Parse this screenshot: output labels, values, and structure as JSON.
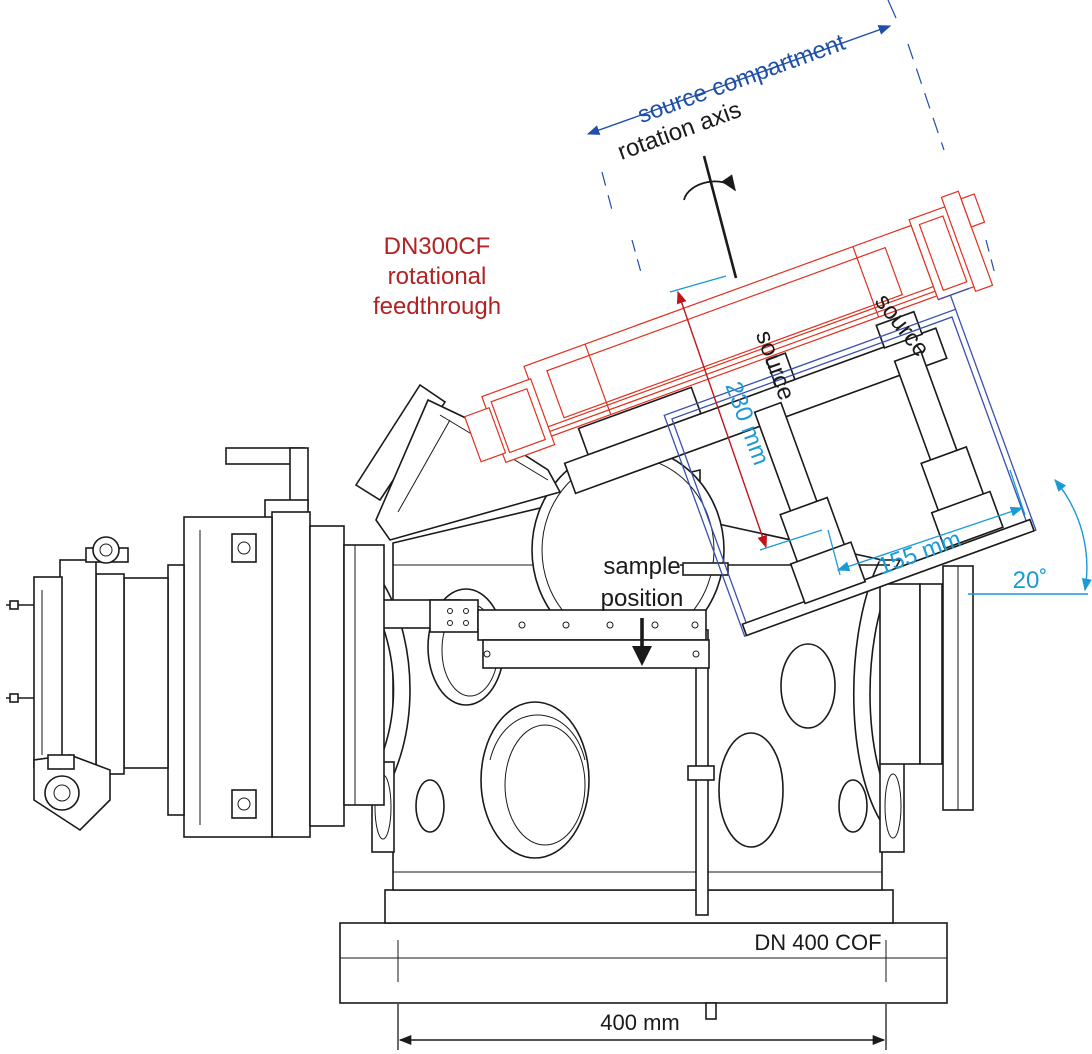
{
  "diagram": {
    "labels": {
      "source_compartment": "source compartment",
      "rotation_axis": "rotation axis",
      "feedthrough_line1": "DN300CF",
      "feedthrough_line2": "rotational",
      "feedthrough_line3": "feedthrough",
      "source_a": "source",
      "source_b": "source",
      "dim_230": "230 mm",
      "dim_155": "155 mm",
      "angle": "20˚",
      "sample_line1": "sample",
      "sample_line2": "position",
      "flange": "DN 400 COF",
      "dim_400": "400 mm"
    },
    "colors": {
      "outline": "#1a1a1a",
      "feedthrough": "#e0301e",
      "compartment": "#3a4fb0",
      "label_blue": "#1f4fa8",
      "dimension_cyan": "#1a9ad6",
      "label_red": "#b22222",
      "dimension_red": "#c0141c"
    }
  }
}
